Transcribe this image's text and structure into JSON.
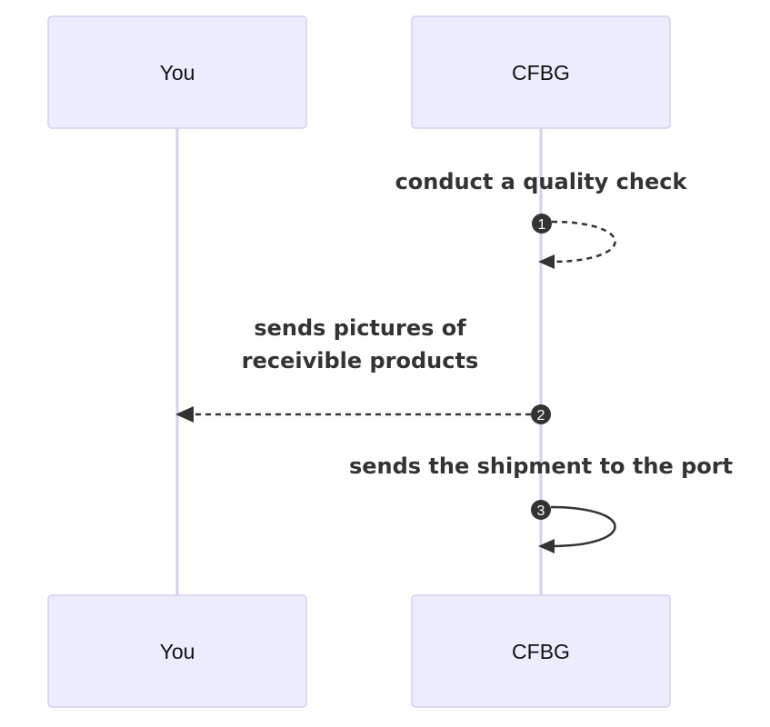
{
  "diagram": {
    "type": "sequence",
    "participants": [
      {
        "id": "you",
        "label": "You"
      },
      {
        "id": "cfbg",
        "label": "CFBG"
      }
    ],
    "messages": [
      {
        "number": "1",
        "from": "CFBG",
        "to": "CFBG",
        "lines": [
          "conduct a quality check"
        ],
        "style": "dashed"
      },
      {
        "number": "2",
        "from": "CFBG",
        "to": "You",
        "lines": [
          "sends pictures of",
          "receivible products"
        ],
        "style": "dashed"
      },
      {
        "number": "3",
        "from": "CFBG",
        "to": "CFBG",
        "lines": [
          "sends the shipment to the port"
        ],
        "style": "solid"
      }
    ],
    "colors": {
      "actor_fill": "#ECECFF",
      "actor_border": "#D6CFF2",
      "line": "#333333",
      "lifeline": "#D6CFF2"
    }
  }
}
